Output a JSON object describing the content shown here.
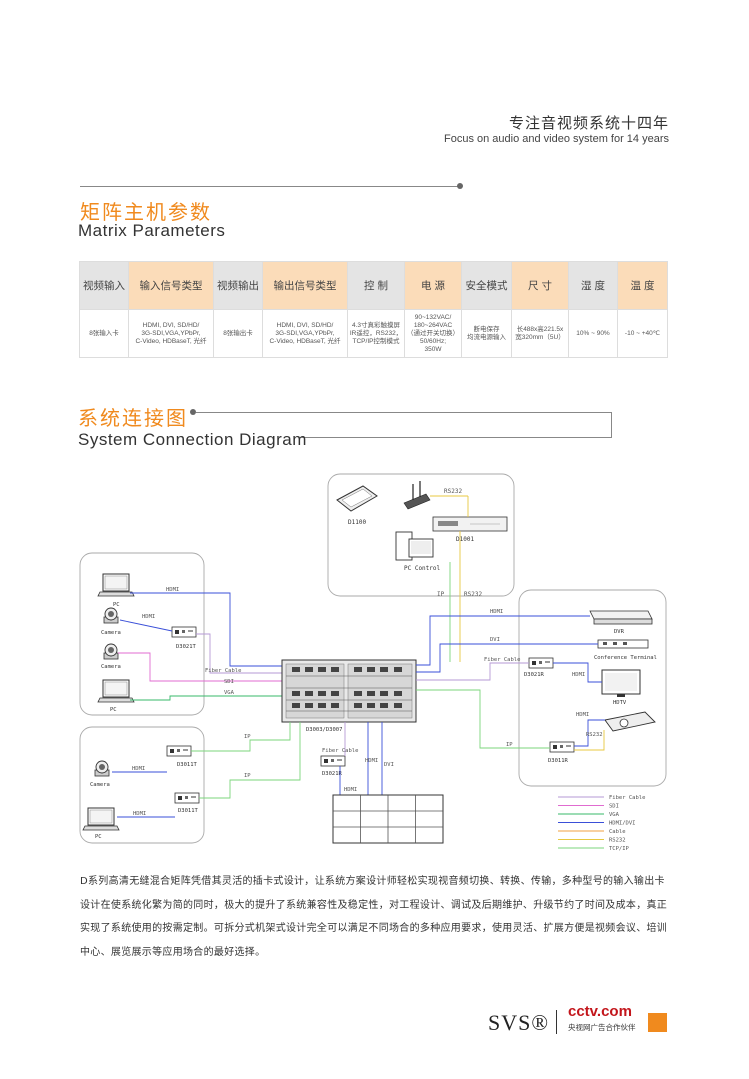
{
  "header": {
    "tagline_cn": "专注音视频系统十四年",
    "tagline_en": "Focus on audio and video system for 14 years"
  },
  "matrix_section": {
    "title_cn": "矩阵主机参数",
    "title_en": "Matrix Parameters"
  },
  "params_table": {
    "headers": [
      "视频输入",
      "输入信号类型",
      "视频输出",
      "输出信号类型",
      "控 制",
      "电 源",
      "安全模式",
      "尺 寸",
      "湿 度",
      "温 度"
    ],
    "row": [
      [
        "8张输入卡"
      ],
      [
        "HDMI, DVI, SD/HD/",
        "3G-SDI,VGA,YPbPr,",
        "C-Video, HDBaseT, 光纤"
      ],
      [
        "8张输出卡"
      ],
      [
        "HDMI, DVI, SD/HD/",
        "3G-SDI,VGA,YPbPr,",
        "C-Video, HDBaseT, 光纤"
      ],
      [
        "4.3寸真彩触摸屏",
        "IR遥控，RS232，",
        "TCP/IP控制模式"
      ],
      [
        "90~132VAC/",
        "180~264VAC",
        "（通过开关切换）",
        "50/60Hz;",
        "350W"
      ],
      [
        "断电保存",
        "均流电源输入"
      ],
      [
        "长488x高221.5x",
        "宽320mm（5U）"
      ],
      [
        "10% ~ 90%"
      ],
      [
        "-10 ~ +40℃"
      ]
    ]
  },
  "system_section": {
    "title_cn": "系统连接图",
    "title_en": "System Connection Diagram"
  },
  "diagram": {
    "devices": {
      "d1100": "D1100",
      "d1001": "D1001",
      "pc_control": "PC Control",
      "pc1": "PC",
      "camera1": "Camera",
      "camera2": "Camera",
      "pc2": "PC",
      "d3021t": "D3021T",
      "matrix": "D3003/D3007",
      "dvr": "DVR",
      "conf": "Conference Terminal",
      "d3021r_right": "D3021R",
      "hdtv": "HDTV",
      "d3011r": "D3011R",
      "camera3": "Camera",
      "d3011t_a": "D3011T",
      "pc3": "PC",
      "d3011t_b": "D3011T",
      "d3021r_bottom": "D3021R"
    },
    "labels": {
      "rs232_top": "RS232",
      "ip_mid": "IP",
      "rs232_mid": "RS232",
      "hdmi_pc1": "HDMI",
      "hdmi_cam1": "HDMI",
      "fiber_left": "Fiber Cable",
      "sdi_left": "SDI",
      "vga_left": "VGA",
      "hdmi_dvr": "HDMI",
      "dvi_conf": "DVI",
      "fiber_right": "Fiber Cable",
      "hdmi_hdtv": "HDMI",
      "hdmi_proj": "HDMI",
      "rs232_proj": "RS232",
      "ip_right": "IP",
      "ip_bl1": "IP",
      "ip_bl2": "IP",
      "hdmi_cam3": "HDMI",
      "hdmi_pc3": "HDMI",
      "fiber_bottom": "Fiber Cable",
      "hdmi_bottom": "HDMI",
      "dvi_bottom": "DVI",
      "hdmi_wall": "HDMI"
    },
    "legend": [
      {
        "label": "Fiber Cable",
        "color": "#b59ad6"
      },
      {
        "label": "SDI",
        "color": "#e06bd0"
      },
      {
        "label": "VGA",
        "color": "#37b86a"
      },
      {
        "label": "HDMI/DVI",
        "color": "#3a4fd8"
      },
      {
        "label": "Cable",
        "color": "#f0a040"
      },
      {
        "label": "RS232",
        "color": "#e8c840"
      },
      {
        "label": "TCP/IP",
        "color": "#7bd67b"
      }
    ]
  },
  "description": "D系列高清无缝混合矩阵凭借其灵活的插卡式设计，让系统方案设计师轻松实现视音频切换、转换、传输，多种型号的输入输出卡设计在使系统化繁为简的同时，极大的提升了系统兼容性及稳定性，对工程设计、调试及后期维护、升级节约了时间及成本，真正实现了系统使用的按需定制。可拆分式机架式设计完全可以满足不同场合的多种应用要求，使用灵活、扩展方便是视频会议、培训中心、展览展示等应用场合的最好选择。",
  "footer": {
    "brand": "SVS®",
    "cctv": "cctv.com",
    "cctv_sub": "央视网广告合作伙伴"
  }
}
